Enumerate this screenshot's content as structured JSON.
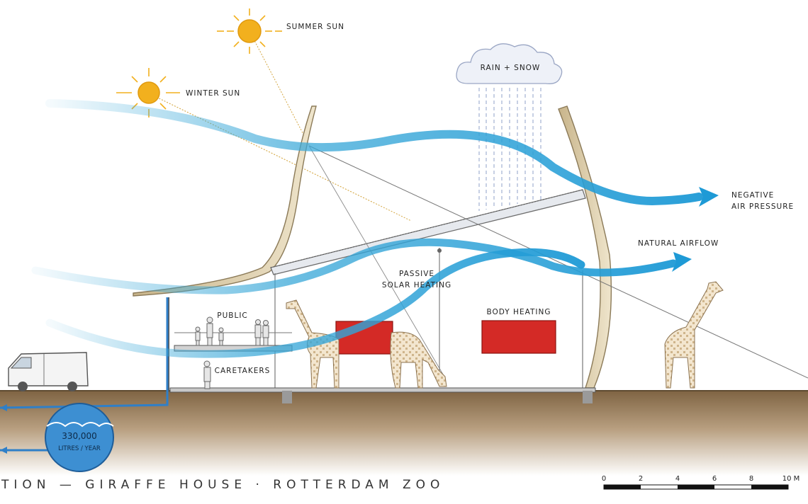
{
  "labels": {
    "summer_sun": "SUMMER SUN",
    "winter_sun": "WINTER SUN",
    "rain_snow": "RAIN + SNOW",
    "negative_air_1": "NEGATIVE",
    "negative_air_2": "AIR PRESSURE",
    "natural_airflow": "NATURAL AIRFLOW",
    "passive_1": "PASSIVE",
    "passive_2": "SOLAR HEATING",
    "body_heating": "BODY HEATING",
    "public": "PUBLIC",
    "caretakers": "CARETAKERS",
    "tank_1": "330,000",
    "tank_2": "LITRES / YEAR"
  },
  "title": "TION — GIRAFFE HOUSE · ROTTERDAM ZOO",
  "scale_bar": {
    "ticks": [
      "0",
      "2",
      "4",
      "6",
      "8",
      "10 M"
    ]
  },
  "colors": {
    "airflow": "#3aa8d8",
    "sun": "#f2b01e",
    "heater": "#d42a26",
    "ground": "#8a6a44",
    "water": "#2f7fc8",
    "roof_wood": "#d9c9a5"
  }
}
